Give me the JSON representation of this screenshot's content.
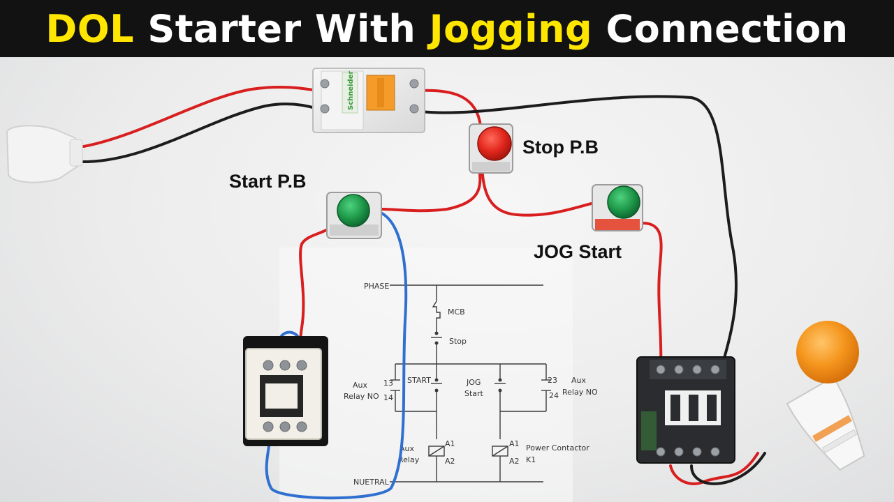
{
  "title": {
    "part1": "DOL",
    "part2": " Starter With ",
    "part3": "Jogging",
    "part4": " Connection",
    "highlight_color": "#ffe600",
    "text_color": "#ffffff",
    "bar_color": "#121212"
  },
  "labels": {
    "stop": "Stop P.B",
    "start": "Start P.B",
    "jog": "JOG Start"
  },
  "breaker_brand": "Schneider",
  "schematic": {
    "phase": "PHASE",
    "neutral": "NUETRAL",
    "mcb": "MCB",
    "stop": "Stop",
    "start": "START",
    "jog_line1": "JOG",
    "jog_line2": "Start",
    "aux_left_line1": "Aux",
    "aux_left_line2": "Relay NO",
    "aux_right_line1": "Aux",
    "aux_right_line2": "Relay NO",
    "t13": "13",
    "t14": "14",
    "t23": "23",
    "t24": "24",
    "aux_relay_line1": "Aux",
    "aux_relay_line2": "Relay",
    "a1_left": "A1",
    "a2_left": "A2",
    "a1_right": "A1",
    "a2_right": "A2",
    "power_line1": "Power Contactor",
    "power_line2": "K1"
  },
  "colors": {
    "wire_red": "#d81e1e",
    "wire_black": "#1c1c1c",
    "wire_blue": "#2f6fd0",
    "stop_button": "#e2271d",
    "start_button": "#1f9a4a",
    "bulb": "#f5961e"
  }
}
